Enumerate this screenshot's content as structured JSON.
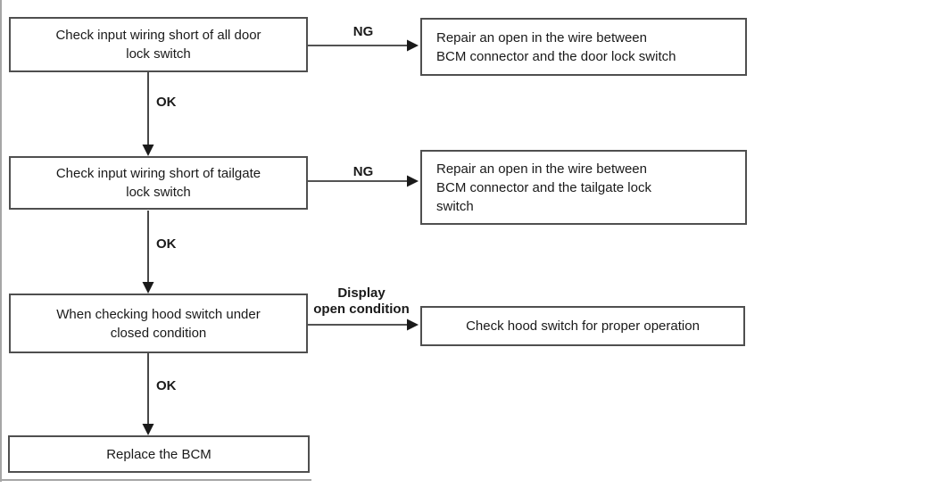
{
  "flow": {
    "left_boxes": [
      {
        "lines": [
          "Check input wiring short of all door",
          "lock switch"
        ]
      },
      {
        "lines": [
          "Check input wiring short of tailgate",
          "lock switch"
        ]
      },
      {
        "lines": [
          "When checking hood switch under",
          "closed condition"
        ]
      },
      {
        "lines": [
          "Replace the BCM"
        ]
      }
    ],
    "right_boxes": [
      {
        "lines": [
          "Repair an open in the wire between",
          "BCM connector and the door lock switch"
        ]
      },
      {
        "lines": [
          "Repair an open in the wire between",
          "BCM connector and the tailgate lock",
          "switch"
        ]
      },
      {
        "lines": [
          "Check hood switch for proper operation"
        ]
      }
    ],
    "labels": {
      "ng_1": "NG",
      "ok_1": "OK",
      "ng_2": "NG",
      "ok_2": "OK",
      "display_line_1": "Display",
      "display_line_2": "open condition",
      "ok_3": "OK"
    },
    "colors": {
      "box_border": "#4f4f4f",
      "line": "#1a1a1a",
      "text": "#1a1a1a",
      "background": "#ffffff",
      "frame_line": "#a6a6a6"
    }
  }
}
